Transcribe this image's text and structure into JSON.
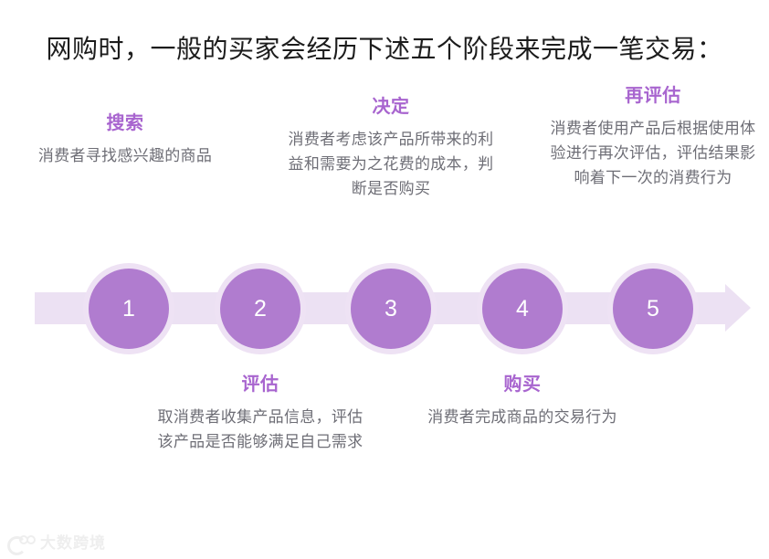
{
  "title": "网购时，一般的买家会经历下述五个阶段来完成一笔交易：",
  "colors": {
    "background": "#ffffff",
    "node_fill": "#b07ccf",
    "node_ring": "#eee2f4",
    "track": "#ece1f3",
    "heading": "#a865cf",
    "body_text": "#6e6e76",
    "title_text": "#1c1c1c",
    "watermark": "#ededed"
  },
  "timeline": {
    "direction": "left-to-right",
    "arrow_head": "arrow-right",
    "steps": [
      {
        "number": "1",
        "heading": "搜索",
        "body": "消费者寻找感兴趣的商品",
        "position": "above"
      },
      {
        "number": "2",
        "heading": "评估",
        "body": "取消费者收集产品信息，评估该产品是否能够满足自己需求",
        "position": "below"
      },
      {
        "number": "3",
        "heading": "决定",
        "body": "消费者考虑该产品所带来的利益和需要为之花费的成本，判断是否购买",
        "position": "above"
      },
      {
        "number": "4",
        "heading": "购买",
        "body": "消费者完成商品的交易行为",
        "position": "below"
      },
      {
        "number": "5",
        "heading": "再评估",
        "body": "消费者使用产品后根据使用体验进行再次评估，评估结果影响着下一次的消费行为",
        "position": "above"
      }
    ]
  },
  "watermark": {
    "text": "大数跨境",
    "icon": "brand-logo-icon"
  }
}
